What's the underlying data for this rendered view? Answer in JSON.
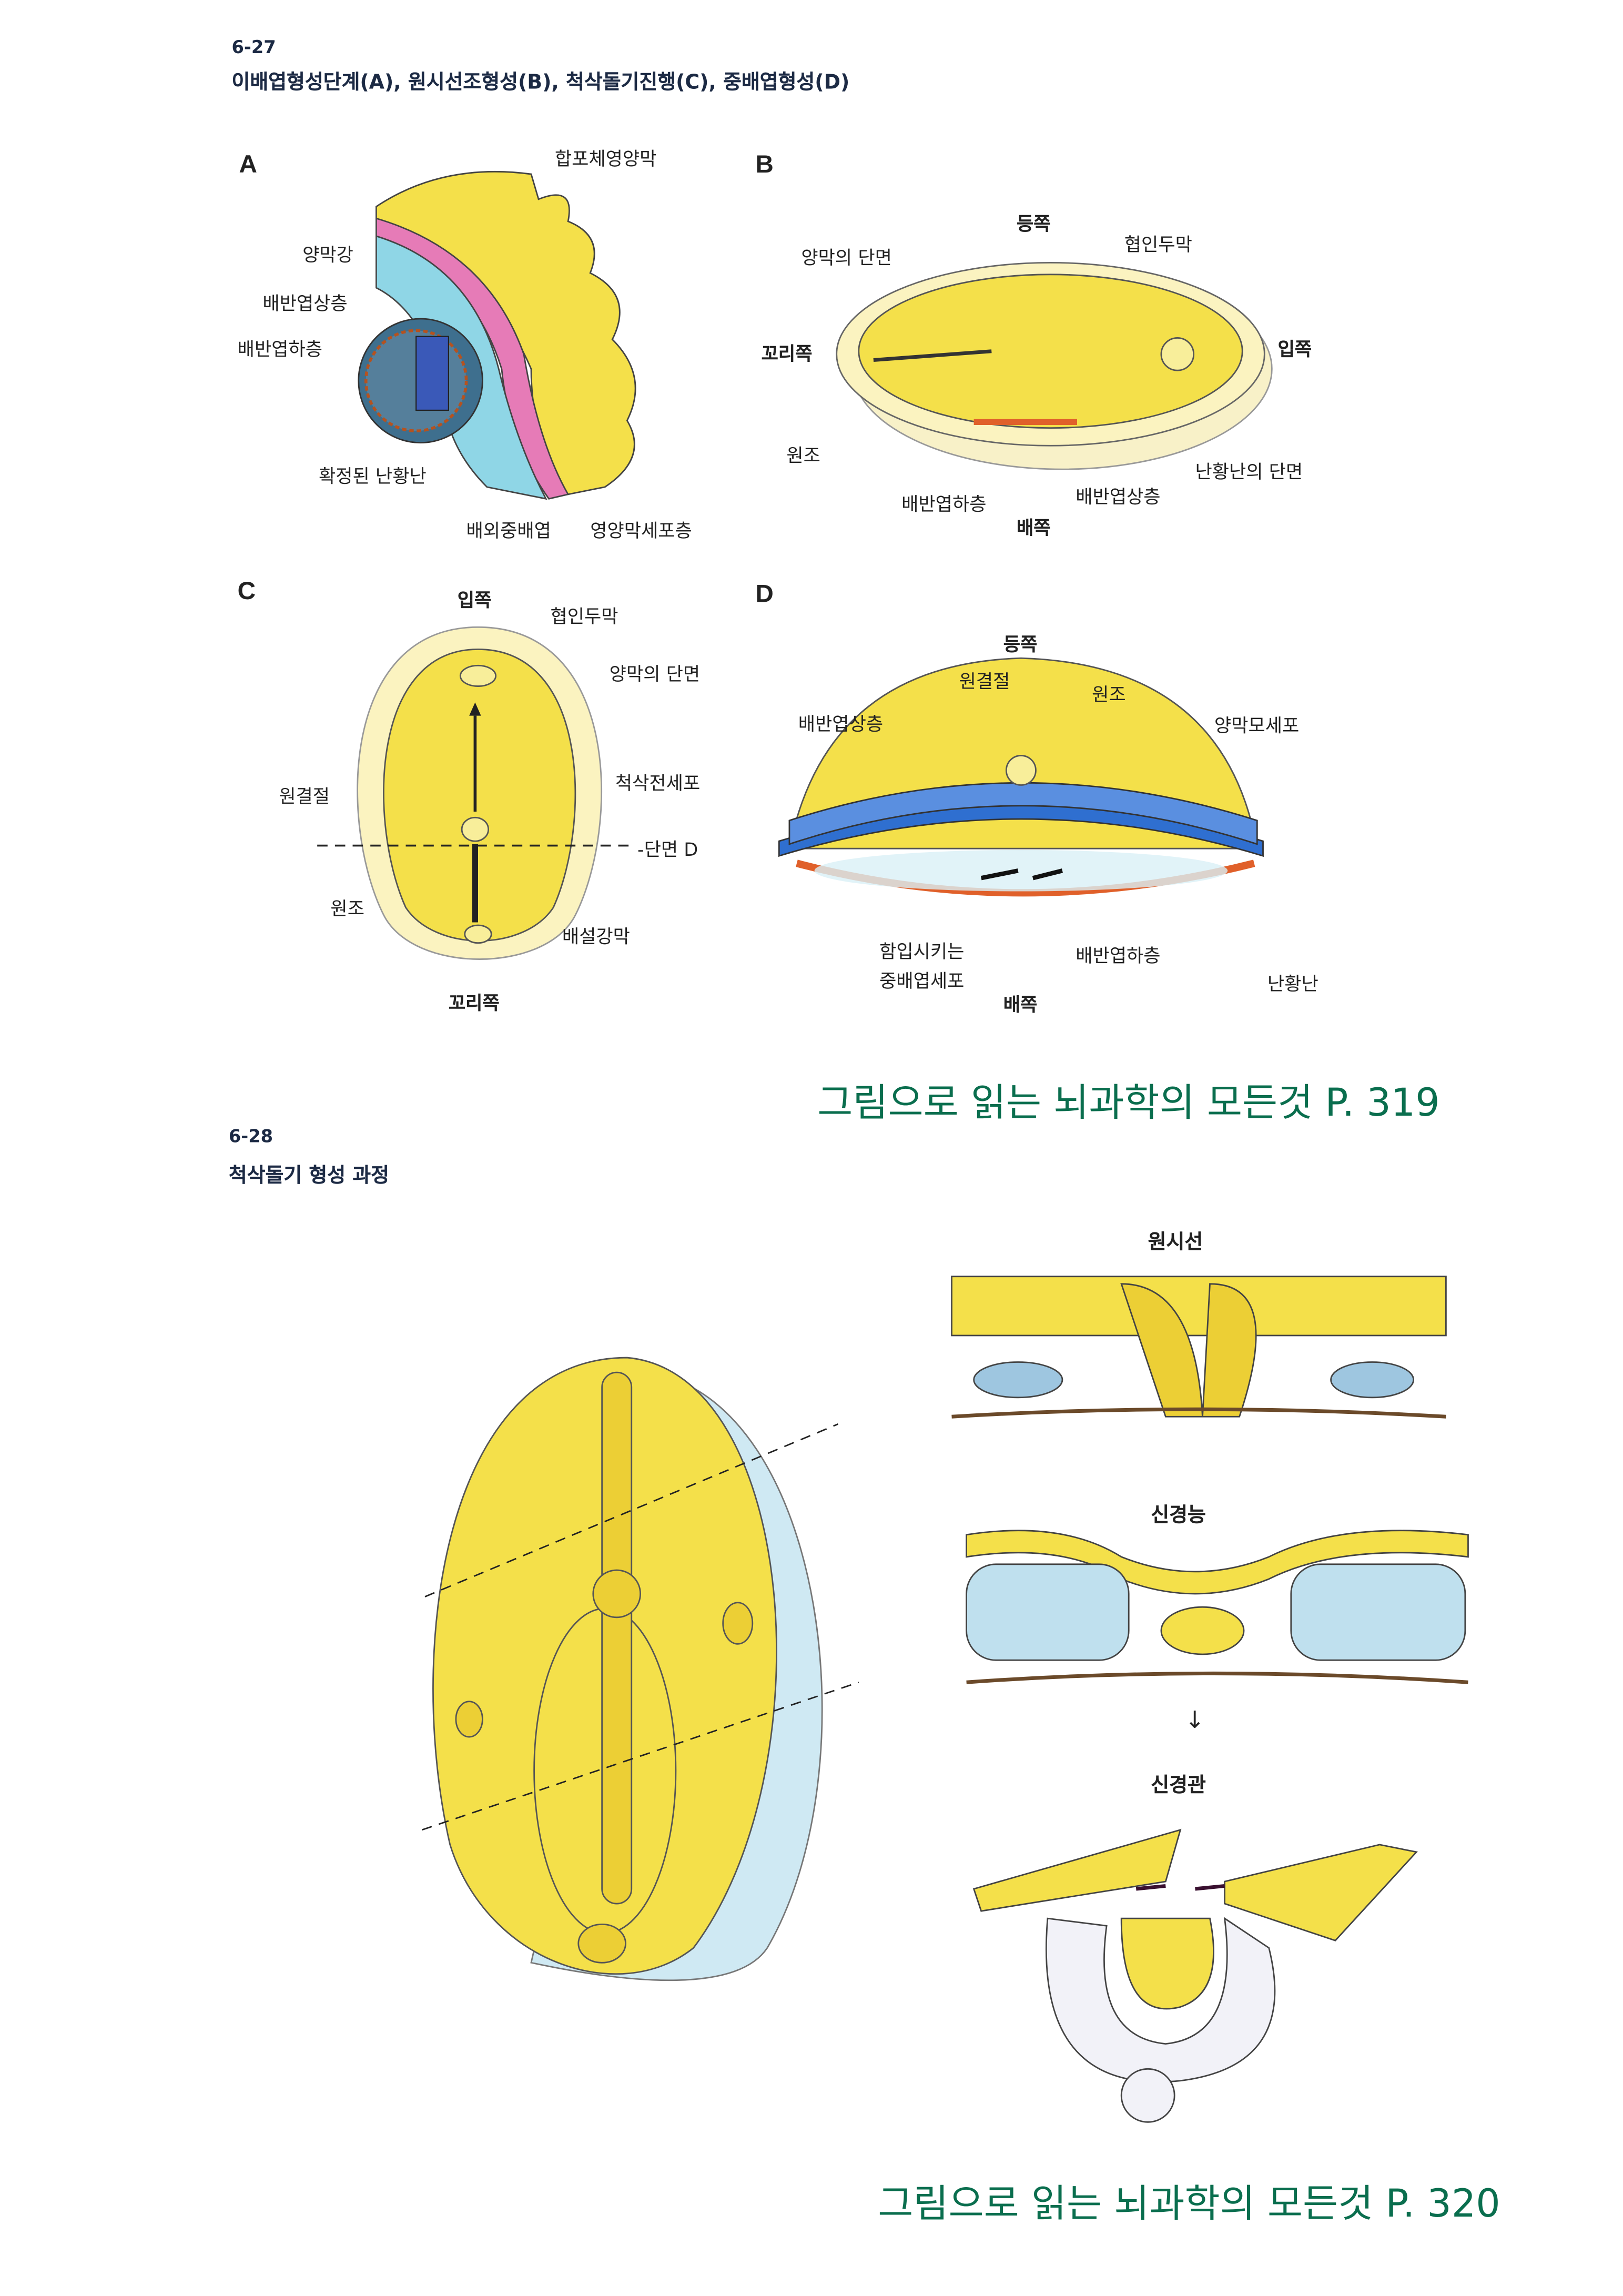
{
  "fig1": {
    "number": "6-27",
    "title": "이배엽형성단계(A), 원시선조형성(B), 척삭돌기진행(C), 중배엽형성(D)",
    "panelA": {
      "letter": "A",
      "labels": [
        "합포체영양막",
        "양막강",
        "배반엽상층",
        "배반엽하층",
        "확정된 난황난",
        "배외중배엽",
        "영양막세포층"
      ]
    },
    "panelB": {
      "letter": "B",
      "labels": [
        "등쪽",
        "양막의 단면",
        "협인두막",
        "꼬리쪽",
        "입쪽",
        "원조",
        "배반엽하층",
        "배반엽상층",
        "난황난의 단면",
        "배쪽"
      ]
    },
    "panelC": {
      "letter": "C",
      "labels": [
        "입쪽",
        "협인두막",
        "양막의 단면",
        "원결절",
        "척삭전세포",
        "-단면 D",
        "원조",
        "배설강막",
        "꼬리쪽"
      ]
    },
    "panelD": {
      "letter": "D",
      "labels": [
        "등쪽",
        "원결절",
        "원조",
        "배반엽상층",
        "양막모세포",
        "함입시키는",
        "중배엽세포",
        "배반엽하층",
        "난황난",
        "배쪽"
      ]
    },
    "caption": "그림으로 읽는 뇌과학의 모든것 P. 319"
  },
  "fig2": {
    "number": "6-28",
    "title": "척삭돌기 형성 과정",
    "labels": [
      "원시선",
      "신경능",
      "↓",
      "신경관"
    ],
    "caption": "그림으로 읽는 뇌과학의 모든것 P. 320"
  },
  "colors": {
    "yellow": "#f4e04a",
    "blue": "#8fd6e6",
    "pink": "#e67bb7",
    "caption_green": "#0a6e4e",
    "title_navy": "#1c2a44"
  }
}
